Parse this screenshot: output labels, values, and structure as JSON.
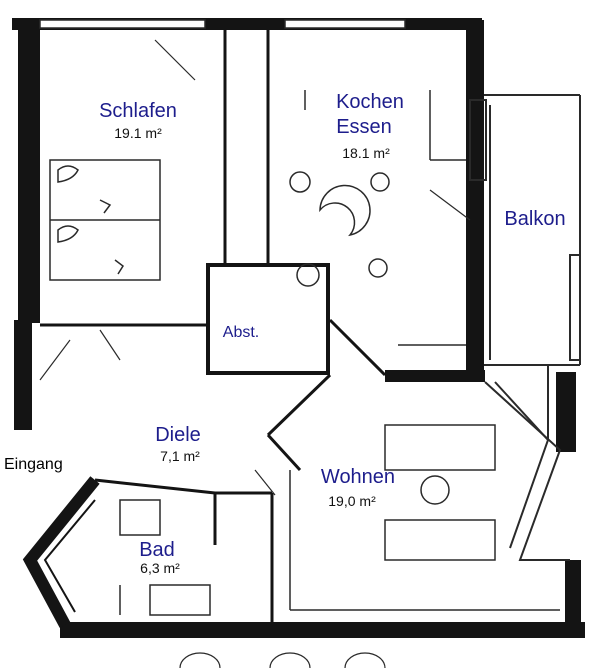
{
  "colors": {
    "wall": "#141414",
    "line": "#2a2a2a",
    "label": "#1d1d8c",
    "background": "#ffffff",
    "entrance_label": "#000000"
  },
  "rooms": {
    "schlafen": {
      "name": "Schlafen",
      "area": "19.1 m²"
    },
    "kochen": {
      "name_line1": "Kochen",
      "name_line2": "Essen",
      "area": "18.1 m²"
    },
    "balkon": {
      "name": "Balkon"
    },
    "abstell": {
      "name": "Abst."
    },
    "diele": {
      "name": "Diele",
      "area": "7,1 m²"
    },
    "wohnen": {
      "name": "Wohnen",
      "area": "19,0 m²"
    },
    "bad": {
      "name": "Bad",
      "area": "6,3 m²"
    }
  },
  "entrance": {
    "label": "Eingang"
  }
}
